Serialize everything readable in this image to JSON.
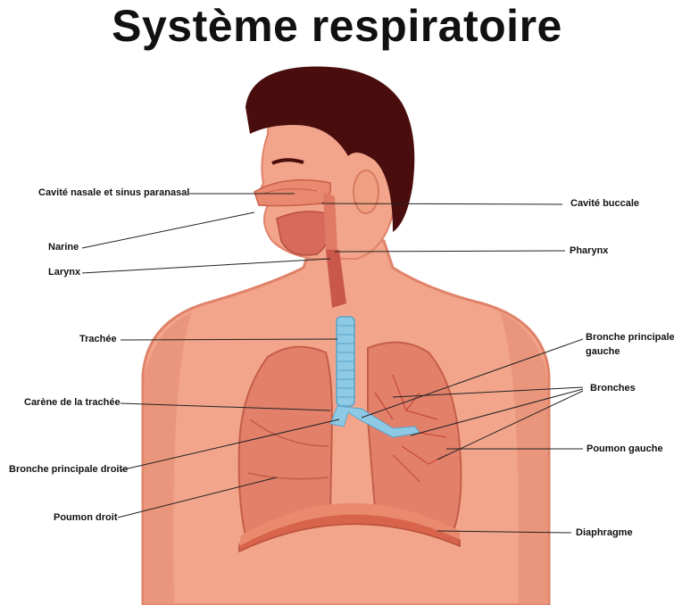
{
  "title": "Système respiratoire",
  "labels": {
    "cavite_nasale": "Cavité nasale et sinus paranasal",
    "narine": "Narine",
    "larynx": "Larynx",
    "trachee": "Trachée",
    "carene": "Carène de la trachée",
    "bronche_droite": "Bronche principale droite",
    "poumon_droit": "Poumon droit",
    "cavite_buccale": "Cavité buccale",
    "pharynx": "Pharynx",
    "bronche_gauche_1": "Bronche principale",
    "bronche_gauche_2": "gauche",
    "bronches": "Bronches",
    "poumon_gauche": "Poumon gauche",
    "diaphragme": "Diaphragme"
  },
  "colors": {
    "skin": "#f2a58a",
    "skin_shadow": "#e58c73",
    "hair": "#4a0d0d",
    "lung": "#e2806a",
    "airway": "#8ec9e6",
    "diaphragm": "#d9644c",
    "leader": "#222222"
  }
}
